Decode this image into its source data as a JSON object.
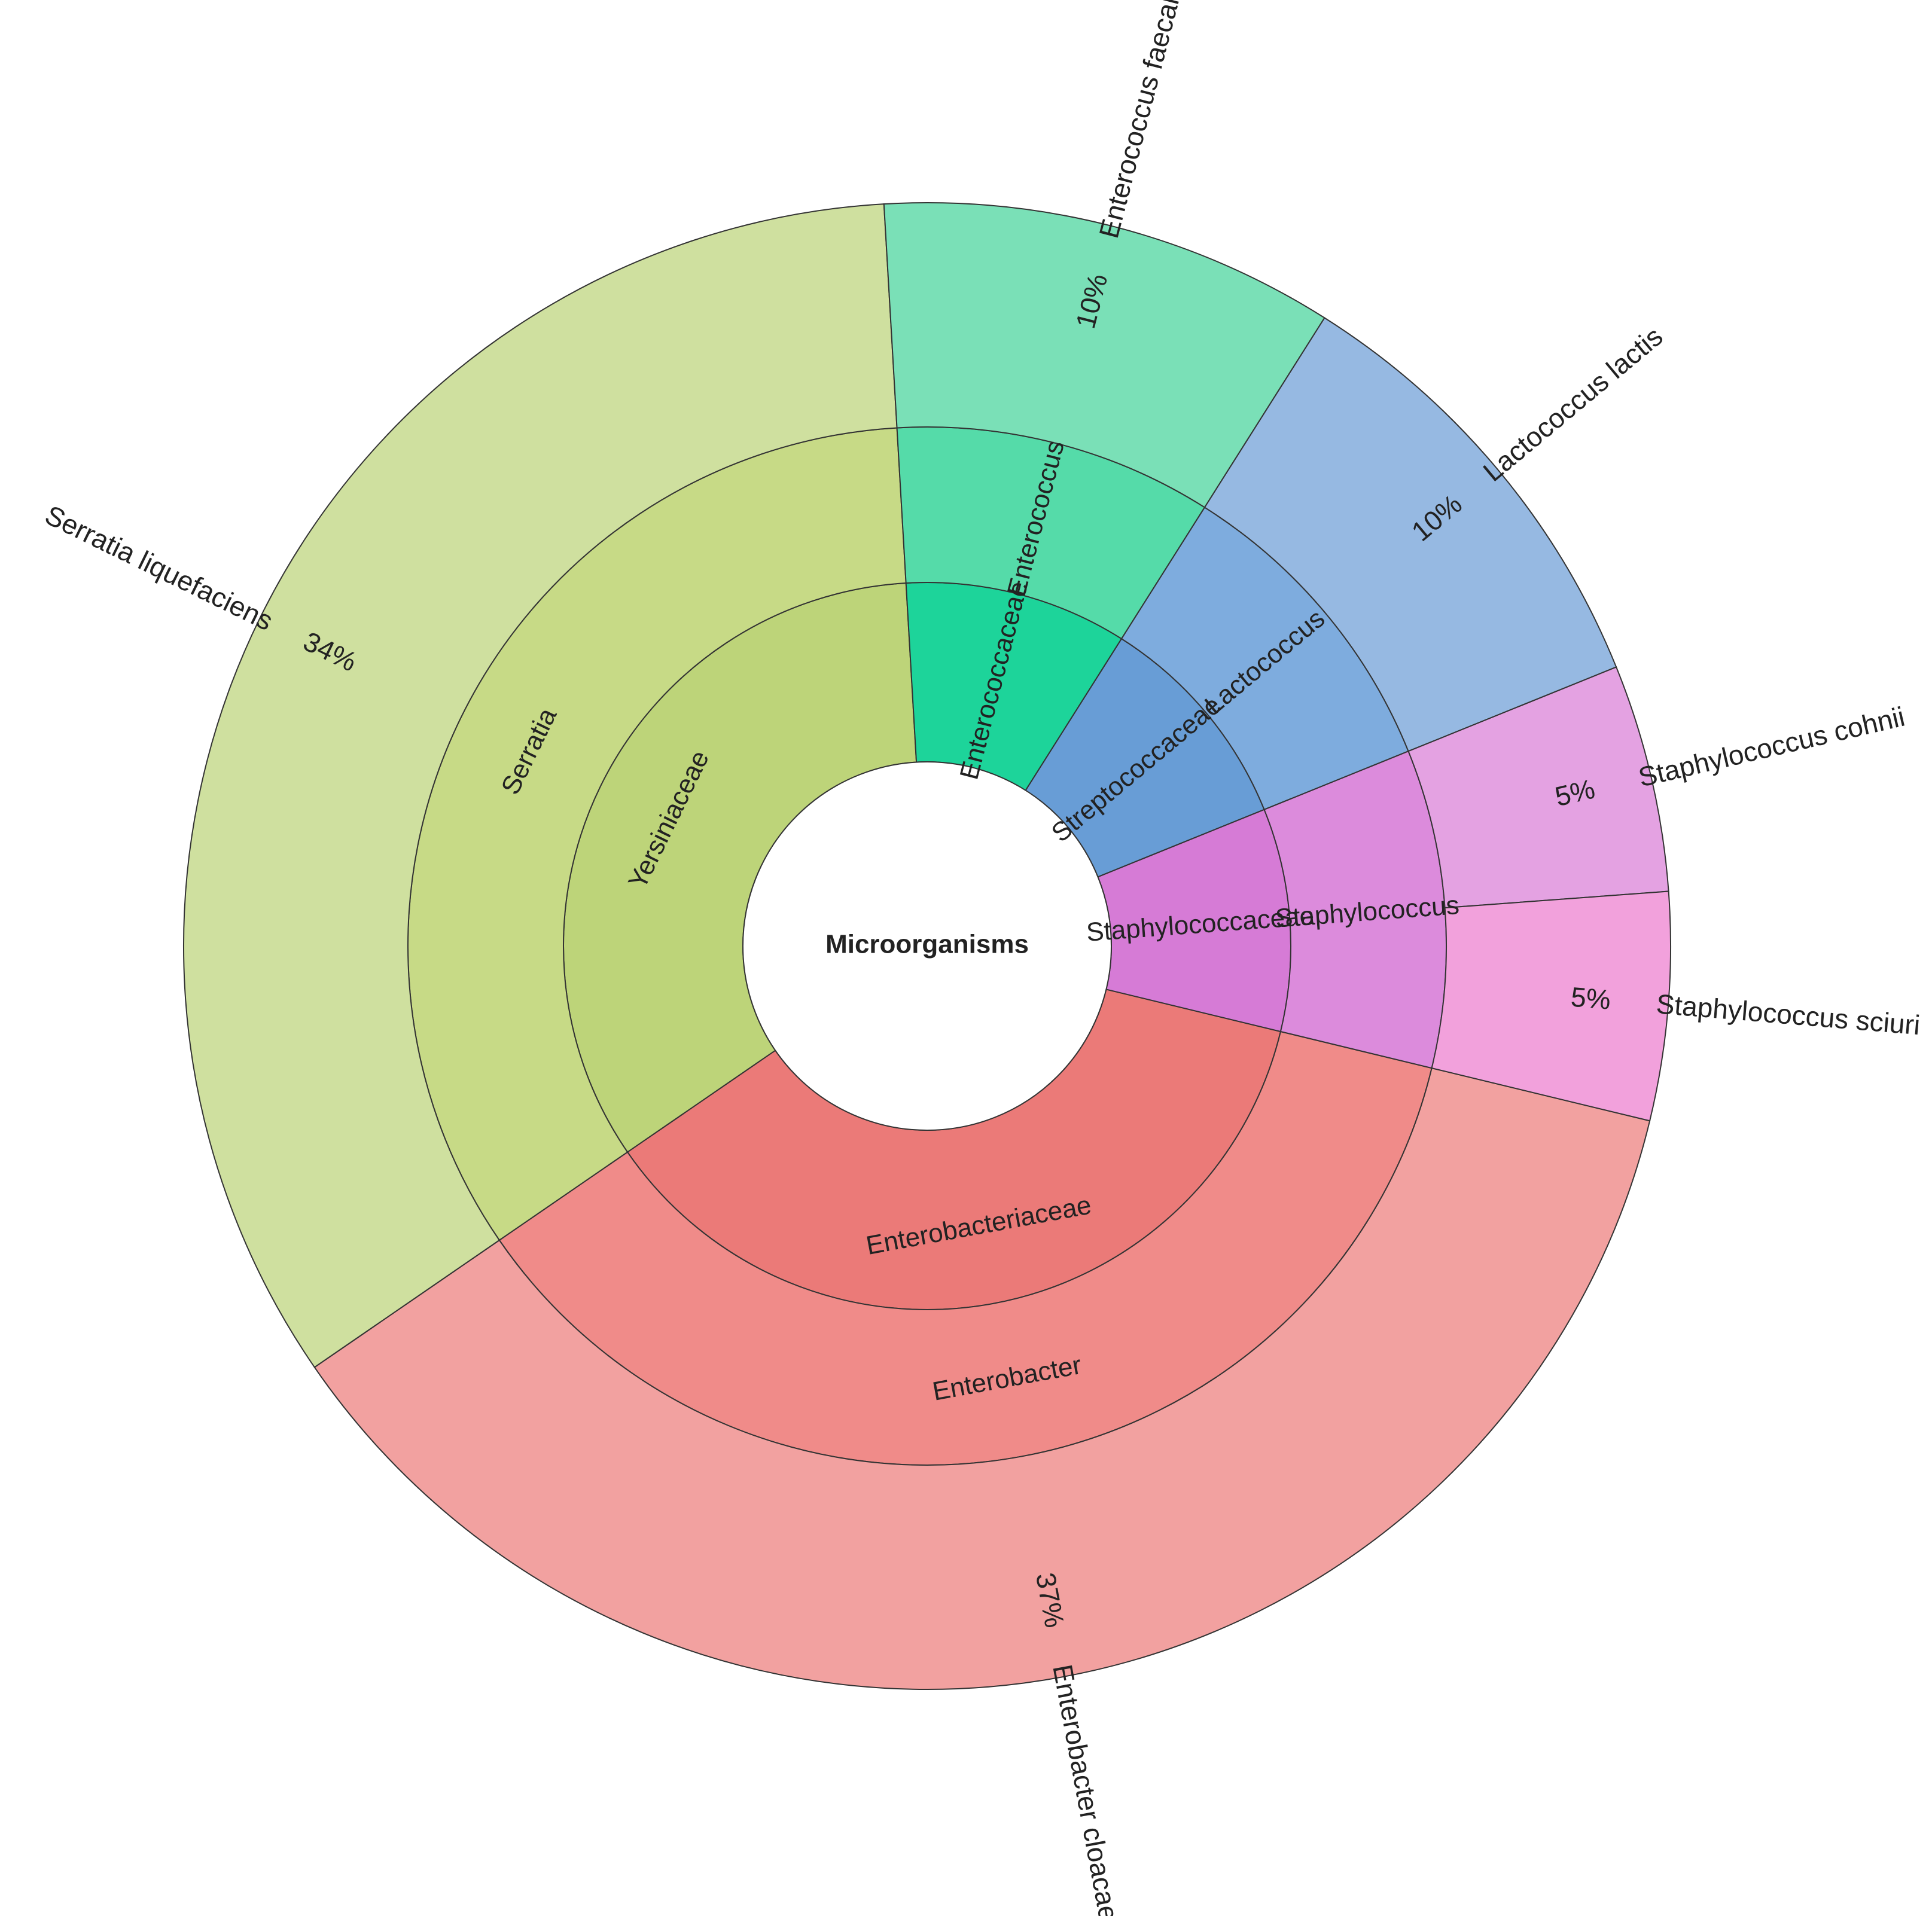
{
  "chart_data": {
    "type": "sunburst",
    "title": "",
    "root": "Microorganisms",
    "families": [
      {
        "name": "Enterobacteriaceae",
        "value": 37,
        "color": "#eb7a78"
      },
      {
        "name": "Yersiniaceae",
        "value": 34,
        "color": "#bdd479"
      },
      {
        "name": "Enterococcaceae",
        "value": 10,
        "color": "#1dd49a"
      },
      {
        "name": "Streptococcaceae",
        "value": 10,
        "color": "#689dd6"
      },
      {
        "name": "Staphylococcaceae",
        "value": 10,
        "color": "#d67bd6"
      }
    ],
    "genera": [
      {
        "name": "Enterobacter",
        "family": "Enterobacteriaceae",
        "value": 37,
        "color": "#f08b89"
      },
      {
        "name": "Serratia",
        "family": "Yersiniaceae",
        "value": 34,
        "color": "#c7da86"
      },
      {
        "name": "Enterococcus",
        "family": "Enterococcaceae",
        "value": 10,
        "color": "#55dba9"
      },
      {
        "name": "Lactococcus",
        "family": "Streptococcaceae",
        "value": 10,
        "color": "#7eacde"
      },
      {
        "name": "Staphylococcus",
        "family": "Staphylococcaceae",
        "value": 10,
        "color": "#dc8bdc"
      }
    ],
    "species": [
      {
        "name": "Enterobacter cloacae",
        "genus": "Enterobacter",
        "value": 37,
        "label": "37%",
        "color": "#f2a1a0"
      },
      {
        "name": "Serratia liquefaciens",
        "genus": "Serratia",
        "value": 34,
        "label": "34%",
        "color": "#cfe09f"
      },
      {
        "name": "Enterococcus faecalis",
        "genus": "Enterococcus",
        "value": 10,
        "label": "10%",
        "color": "#7ae0b7"
      },
      {
        "name": "Lactococcus lactis",
        "genus": "Lactococcus",
        "value": 10,
        "label": "10%",
        "color": "#96b9e2"
      },
      {
        "name": "Staphylococcus cohnii",
        "genus": "Staphylococcus",
        "value": 5,
        "label": "5%",
        "color": "#e4a2e2"
      },
      {
        "name": "Staphylococcus sciuri",
        "genus": "Staphylococcus",
        "value": 5,
        "label": "5%",
        "color": "#f2a1dc"
      }
    ],
    "legend": "none"
  }
}
